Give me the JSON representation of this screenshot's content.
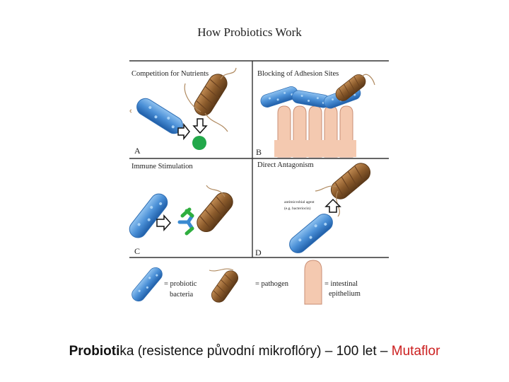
{
  "figure": {
    "title": "How Probiotics Work",
    "panels": {
      "a": {
        "heading": "Competition for Nutrients",
        "letter": "A"
      },
      "b": {
        "heading": "Blocking of Adhesion Sites",
        "letter": "B"
      },
      "c": {
        "heading": "Immune Stimulation",
        "letter": "C"
      },
      "d": {
        "heading": "Direct Antagonism",
        "letter": "D",
        "annotation_1": "antimicrobial agent",
        "annotation_2": "(e.g. bacteriocin)"
      }
    },
    "legend": {
      "probiotic_1": "= probiotic",
      "probiotic_2": "bacteria",
      "pathogen": "= pathogen",
      "epithelium_1": "= intestinal",
      "epithelium_2": "epithelium"
    },
    "colors": {
      "probiotic": "#4a8fd6",
      "pathogen": "#8a5a2b",
      "epithelium": "#f4c9b0",
      "nutrient": "#22a84a",
      "antibody_stem": "#3a8ad0",
      "antibody_arms": "#2fae3f"
    }
  },
  "caption": {
    "bold_part": "Probioti",
    "plain_part": "ka (resistence původní mikroflóry) – 100 let – ",
    "highlight_part": "Mutaflor",
    "highlight_color": "#cc1f1f"
  }
}
